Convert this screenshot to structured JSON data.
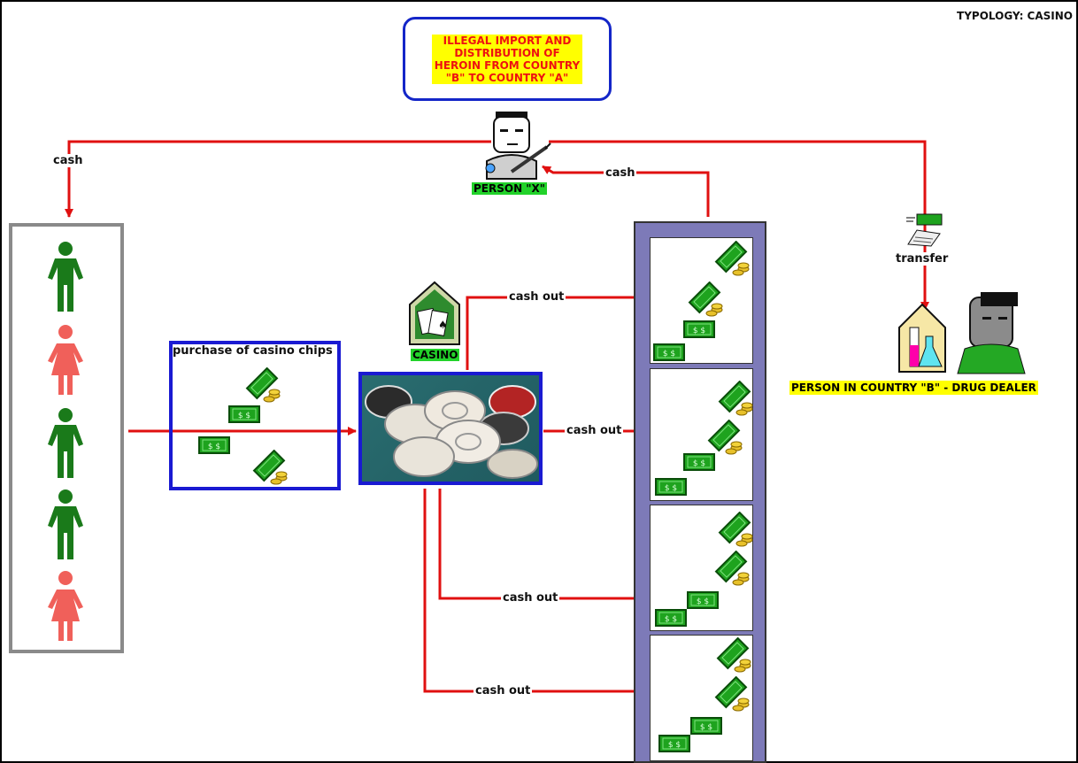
{
  "typology": "TYPOLOGY: CASINO",
  "title": "ILLEGAL IMPORT AND DISTRIBUTION OF HEROIN FROM COUNTRY \"B\" TO COUNTRY \"A\"",
  "person_x_label": "PERSON \"X\"",
  "casino_label": "CASINO",
  "dealer_label": "PERSON IN COUNTRY \"B\" - DRUG DEALER",
  "chips_box_title": "purchase of casino chips",
  "edges": {
    "cash_left": "cash",
    "cash_right": "cash",
    "transfer": "transfer",
    "cash_out_1": "cash out",
    "cash_out_2": "cash out",
    "cash_out_3": "cash out",
    "cash_out_4": "cash out"
  },
  "people": [
    {
      "sex": "male",
      "color": "#1a7a1a"
    },
    {
      "sex": "female",
      "color": "#f0605a"
    },
    {
      "sex": "male",
      "color": "#1a7a1a"
    },
    {
      "sex": "male",
      "color": "#1a7a1a"
    },
    {
      "sex": "female",
      "color": "#f0605a"
    }
  ],
  "colors": {
    "arrow": "#e01010",
    "box_blue": "#1a1ad2",
    "money_green": "#1ea31e",
    "bank_fill": "#7d7ab8"
  },
  "icons": {
    "person_x": "syringe-man-icon",
    "casino": "casino-house-icon",
    "dealer": "drug-lab-dealer-icon",
    "transfer": "wire-transfer-icon",
    "money": "banknote-icon"
  }
}
